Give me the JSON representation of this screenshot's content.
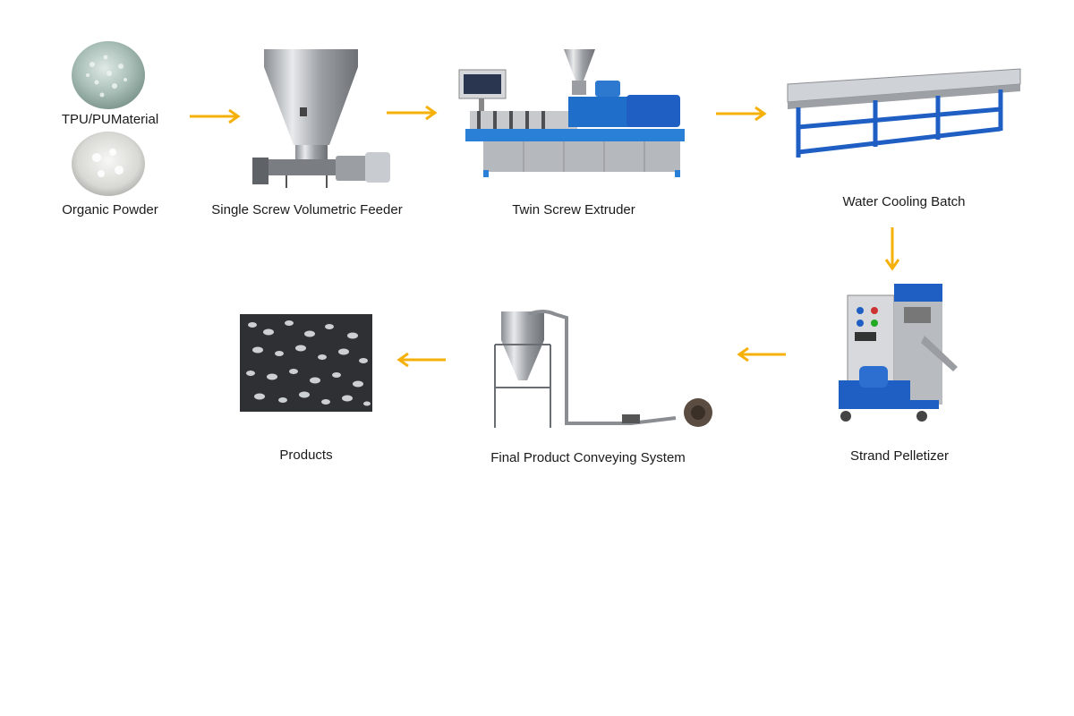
{
  "colors": {
    "arrow": "#f5b10a",
    "frame_blue": "#1f5fc4",
    "steel": "#b8bcc2",
    "background": "#ffffff"
  },
  "nodes": {
    "tpu": {
      "label": "TPU/PUMaterial"
    },
    "powder": {
      "label": "Organic Powder"
    },
    "feeder": {
      "label": "Single Screw Volumetric Feeder"
    },
    "extruder": {
      "label": "Twin Screw Extruder"
    },
    "cooling": {
      "label": "Water Cooling Batch"
    },
    "pelletizer": {
      "label": "Strand Pelletizer"
    },
    "conveying": {
      "label": "Final Product Conveying System"
    },
    "products": {
      "label": "Products"
    }
  },
  "arrows": [
    {
      "from": "materials",
      "to": "feeder",
      "direction": "right"
    },
    {
      "from": "feeder",
      "to": "extruder",
      "direction": "right"
    },
    {
      "from": "extruder",
      "to": "cooling",
      "direction": "right"
    },
    {
      "from": "cooling",
      "to": "pelletizer",
      "direction": "down"
    },
    {
      "from": "pelletizer",
      "to": "conveying",
      "direction": "left"
    },
    {
      "from": "conveying",
      "to": "products",
      "direction": "left"
    }
  ],
  "icons": [
    "tpu-granules-image",
    "organic-powder-image",
    "feeder-machine-image",
    "extruder-machine-image",
    "cooling-bath-image",
    "pelletizer-machine-image",
    "conveying-system-image",
    "products-pellets-image"
  ]
}
